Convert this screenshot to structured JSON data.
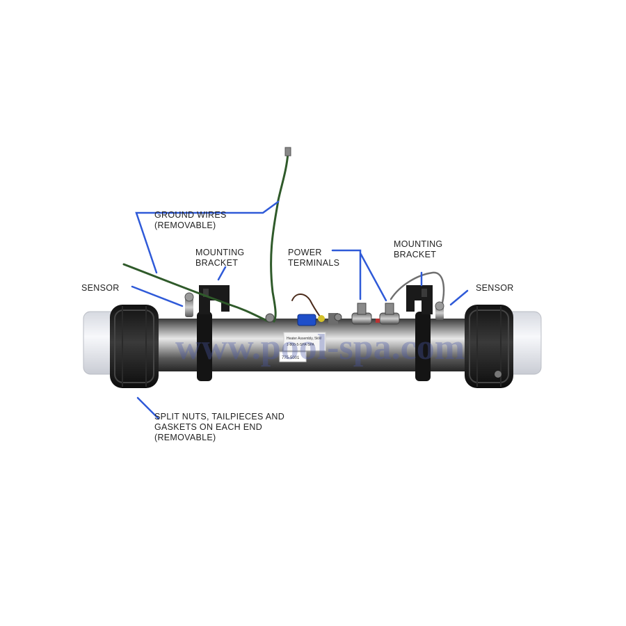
{
  "labels": {
    "ground_wires": [
      "GROUND WIRES",
      "(REMOVABLE)"
    ],
    "mounting_bracket_left": [
      "MOUNTING",
      "BRACKET"
    ],
    "power_terminals": [
      "POWER",
      "TERMINALS"
    ],
    "mounting_bracket_right": [
      "MOUNTING",
      "BRACKET"
    ],
    "sensor_left": "SENSOR",
    "sensor_right": "SENSOR",
    "split_nuts": [
      "SPLIT NUTS, TAILPIECES AND",
      "GASKETS ON EACH END",
      "(REMOVABLE)"
    ]
  },
  "product_label": {
    "line1": "Heater Assembly, 5kW",
    "line2": "1-800-5-SPA-SPA",
    "part_number": "775-5001"
  },
  "watermark": "www.pool-spa.com",
  "colors": {
    "leader_line": "#2f5ad8",
    "text": "#222222",
    "background": "#ffffff",
    "watermark": "#4a5aaa"
  }
}
